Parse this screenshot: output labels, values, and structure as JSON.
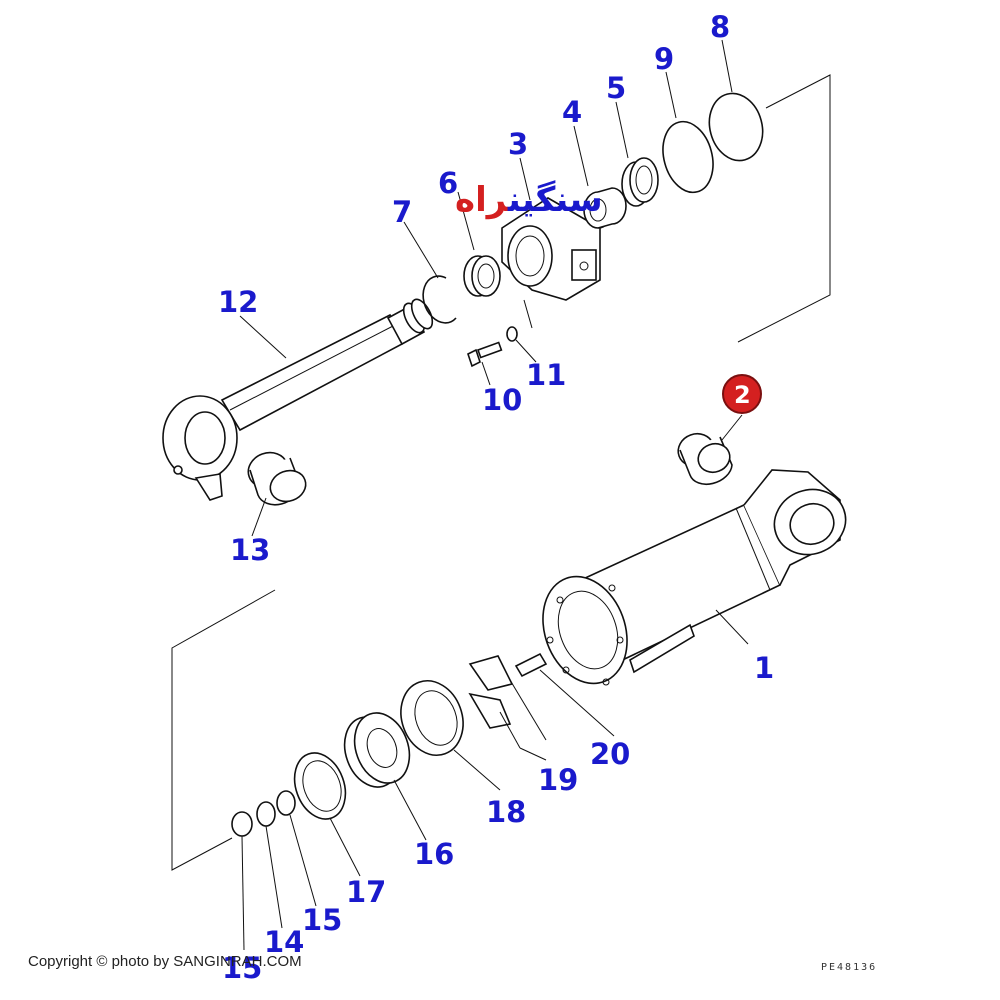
{
  "labels": [
    "1",
    "2",
    "3",
    "4",
    "5",
    "6",
    "7",
    "8",
    "9",
    "10",
    "11",
    "12",
    "13",
    "14",
    "15",
    "15",
    "16",
    "17",
    "18",
    "19",
    "20"
  ],
  "highlighted_part": "2",
  "highlight_color": "#d42020",
  "label_color": "#1a1acc",
  "logo": {
    "text_main": "سنگین",
    "text_accent": "راه"
  },
  "footer": {
    "copyright": "Copyright © photo by SANGINRAH.COM",
    "drawing_code": "PE48136"
  }
}
